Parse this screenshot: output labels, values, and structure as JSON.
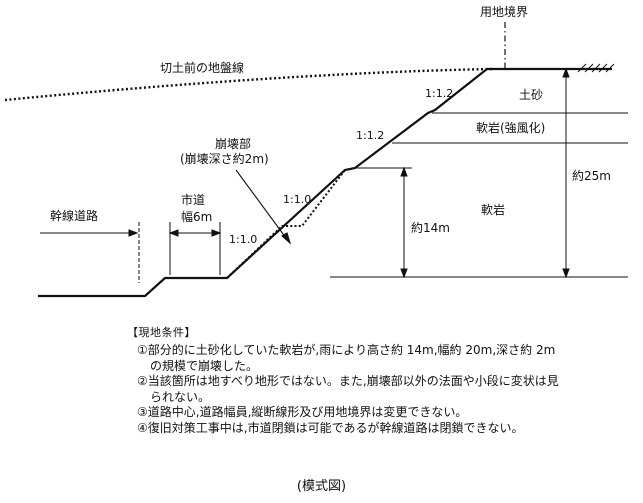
{
  "labels": {
    "boundary": "用地境界",
    "original_ground": "切土前の地盤線",
    "topsoil": "土砂",
    "weathered_rock": "軟岩(強風化)",
    "soft_rock": "軟岩",
    "collapse_title": "崩壊部",
    "collapse_depth": "(崩壊深さ約2m)",
    "main_road": "幹線道路",
    "city_road": "市道",
    "city_road_width": "幅6m",
    "slope_upper": "1:1.2",
    "slope_mid": "1:1.2",
    "slope_collapse_upper": "1:1.0",
    "slope_collapse_lower": "1:1.0",
    "height_14m": "約14m",
    "height_25m": "約25m"
  },
  "conditions": {
    "heading": "【現地条件】",
    "items": [
      "①部分的に土砂化していた軟岩が,雨により高さ約 14m,幅約 20m,深さ約 2m",
      "の規模で崩壊した。",
      "②当該箇所は地すべり地形ではない。また,崩壊部以外の法面や小段に変状は見",
      "られない。",
      "③道路中心,道路幅員,縦断線形及び用地境界は変更できない。",
      "④復旧対策工事中は,市道閉鎖は可能であるが幹線道路は閉鎖できない。"
    ]
  },
  "caption": "(模式図)"
}
